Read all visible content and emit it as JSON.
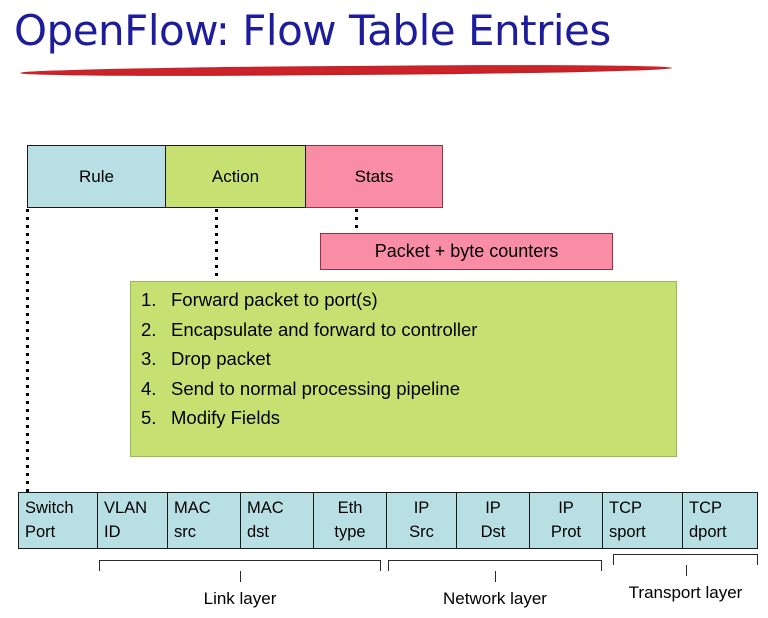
{
  "slide": {
    "title": "OpenFlow: Flow Table Entries"
  },
  "header_row": {
    "cells": [
      {
        "label": "Rule",
        "color": "#b8dfe4"
      },
      {
        "label": "Action",
        "color": "#c6e171"
      },
      {
        "label": "Stats",
        "color": "#fa8da6"
      }
    ]
  },
  "stats_detail": {
    "label": "Packet + byte counters",
    "color": "#fa8da6"
  },
  "actions": {
    "color": "#c6e171",
    "items": [
      {
        "num": "1.",
        "text": "Forward packet to port(s)"
      },
      {
        "num": "2.",
        "text": "Encapsulate and forward to controller"
      },
      {
        "num": "3.",
        "text": "Drop packet"
      },
      {
        "num": "4.",
        "text": "Send to normal processing pipeline"
      },
      {
        "num": "5.",
        "text": "Modify Fields"
      }
    ]
  },
  "match_fields": {
    "color": "#b8dfe4",
    "cells": [
      {
        "line1": "Switch",
        "line2": "Port",
        "align": "left"
      },
      {
        "line1": "VLAN",
        "line2": "ID",
        "align": "left"
      },
      {
        "line1": "MAC",
        "line2": "src",
        "align": "left"
      },
      {
        "line1": "MAC",
        "line2": "dst",
        "align": "left"
      },
      {
        "line1": "Eth",
        "line2": "type",
        "align": "center"
      },
      {
        "line1": "IP",
        "line2": "Src",
        "align": "center"
      },
      {
        "line1": "IP",
        "line2": "Dst",
        "align": "center"
      },
      {
        "line1": "IP",
        "line2": "Prot",
        "align": "center"
      },
      {
        "line1": "TCP",
        "line2": "sport",
        "align": "left"
      },
      {
        "line1": "TCP",
        "line2": "dport",
        "align": "left"
      }
    ]
  },
  "layer_brackets": [
    {
      "label": "Link layer"
    },
    {
      "label": "Network layer"
    },
    {
      "label": "Transport layer"
    }
  ],
  "colors": {
    "title_blue": "#1c1c9c",
    "underline_red": "#cc2229",
    "rule_blue": "#b8dfe4",
    "action_green": "#c6e171",
    "stats_pink": "#fa8da6"
  }
}
